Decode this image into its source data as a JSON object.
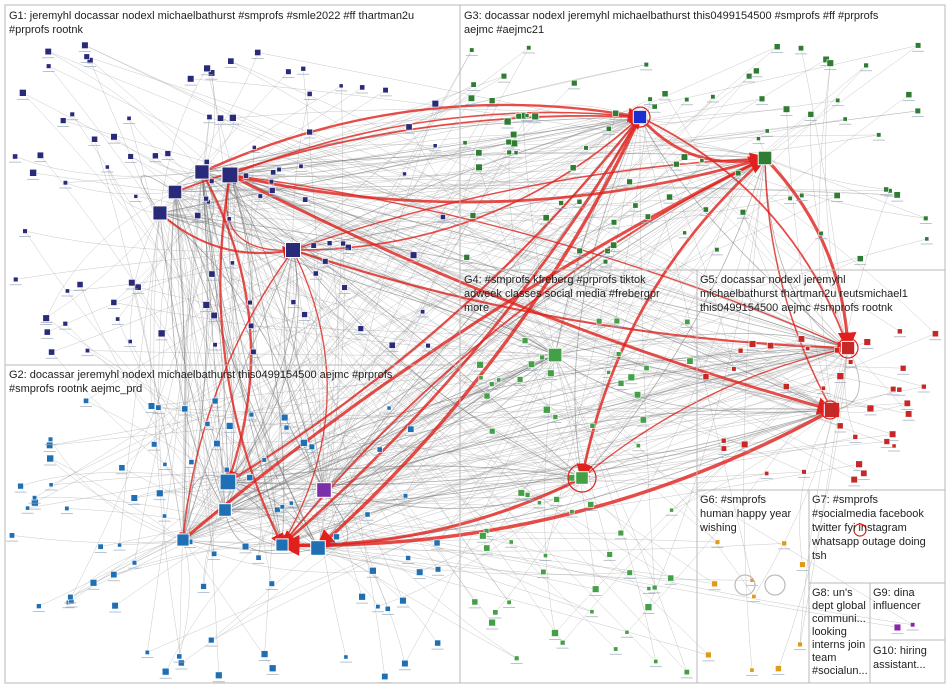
{
  "graph": {
    "groups": [
      {
        "id": "G1",
        "lines": [
          "G1: jeremyhl docassar nodexl michaelbathurst #smprofs #smle2022 #ff thartman2u",
          "#prprofs rootnk"
        ]
      },
      {
        "id": "G2",
        "lines": [
          "G2: docassar jeremyhl nodexl michaelbathurst this0499154500 aejmc #prprofs",
          "#smprofs rootnk aejmc_prd"
        ]
      },
      {
        "id": "G3",
        "lines": [
          "G3: docassar nodexl jeremyhl michaelbathurst this0499154500 #smprofs #ff #prprofs",
          "aejmc #aejmc21"
        ]
      },
      {
        "id": "G4",
        "lines": [
          "G4: #smprofs kfreberg #prprofs tiktok",
          "adweek classes social media #frebergpr",
          "more"
        ]
      },
      {
        "id": "G5",
        "lines": [
          "G5: docassar nodexl jeremyhl",
          "michaelbathurst thartman2u reutsmichael1",
          "this0499154500 aejmc #smprofs rootnk"
        ]
      },
      {
        "id": "G6",
        "lines": [
          "G6: #smprofs",
          "human happy year",
          "wishing"
        ]
      },
      {
        "id": "G7",
        "lines": [
          "G7: #smprofs",
          "#socialmedia facebook",
          "twitter fyi instagram",
          "whatsapp outage doing",
          "tsh"
        ]
      },
      {
        "id": "G8",
        "lines": [
          "G8: un's",
          "dept global",
          "communi...",
          "looking",
          "interns join",
          "team",
          "#socialun..."
        ]
      },
      {
        "id": "G9",
        "lines": [
          "G9: dina",
          "influencer"
        ]
      },
      {
        "id": "G10",
        "lines": [
          "G10: hiring",
          "assistant..."
        ]
      }
    ],
    "colors": {
      "background": "#ffffff",
      "panel_border": "#b8b8b8",
      "edge_gray": "#9a9a9a",
      "edge_red": "#e0201c",
      "g1_node": "#2a2a7a",
      "g2_node": "#1f6fb5",
      "g3_node": "#2e7d32",
      "g4_node": "#43a047",
      "g5_node": "#c62828",
      "g6_node": "#e09a1a",
      "g7_node": "#8e24aa"
    }
  }
}
